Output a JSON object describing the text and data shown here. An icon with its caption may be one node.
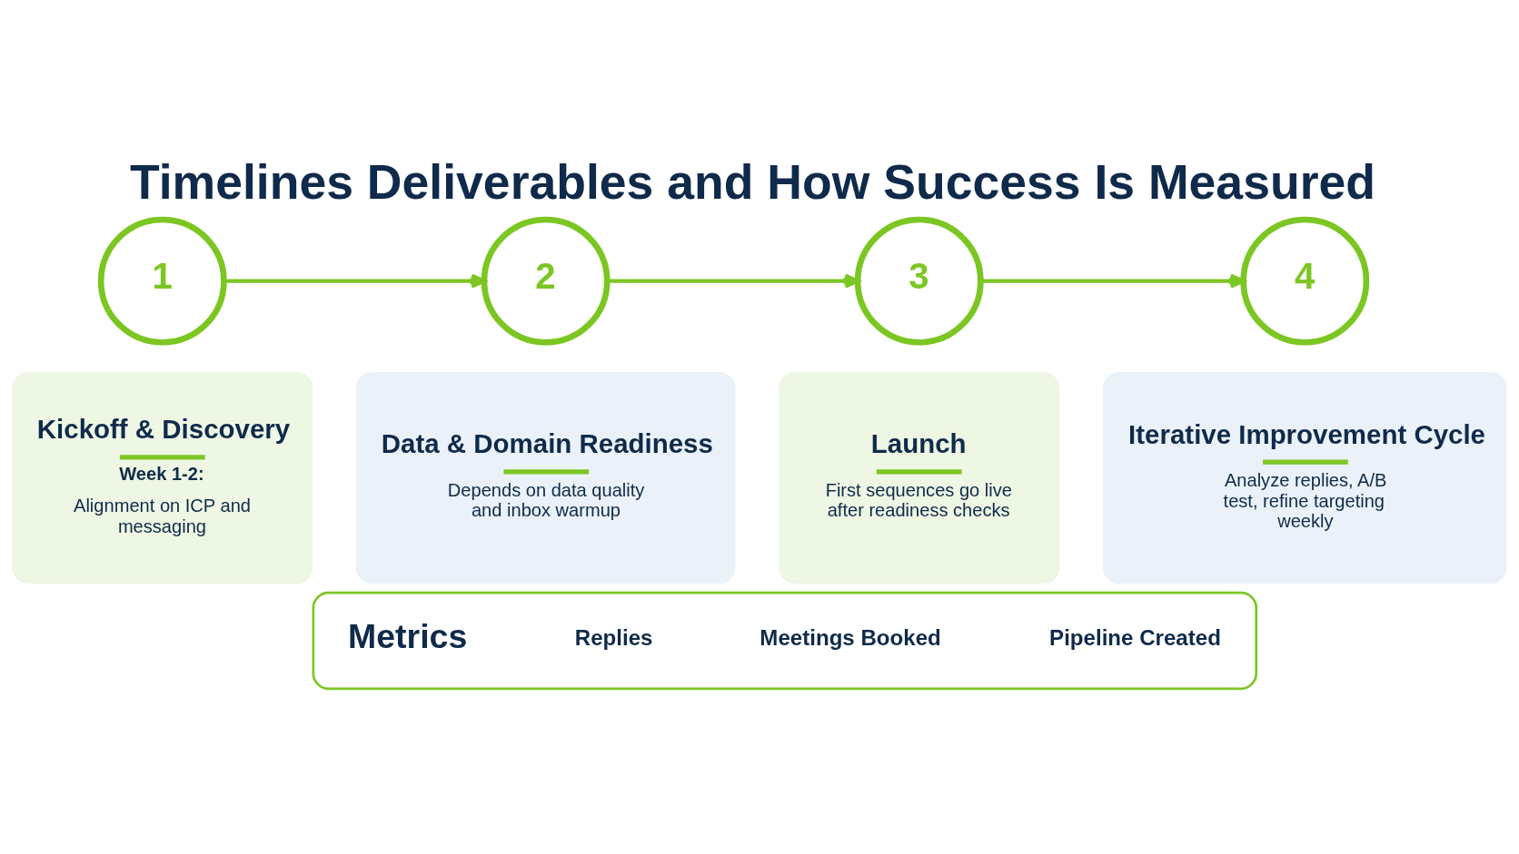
{
  "diagram": {
    "title": "Timelines Deliverables and How Success Is Measured",
    "nodes": [
      {
        "text": [
          "1"
        ]
      },
      {
        "text": [
          "Kickoff & Discovery",
          "Week 1-2:",
          "Alignment on ICP and messaging"
        ]
      },
      {
        "text": [
          "2"
        ]
      },
      {
        "text": [
          "Data & Domain Readiness",
          "Depends on data quality and inbox warmup"
        ]
      },
      {
        "text": [
          "3"
        ]
      },
      {
        "text": [
          "Launch",
          "First sequences go live after readiness checks"
        ]
      },
      {
        "text": [
          "4"
        ]
      },
      {
        "text": [
          "Iterative Improvement Cycle",
          "Analyze replies, A/B test, refine targeting weekly"
        ]
      },
      {
        "text": [],
        "shape": "box"
      },
      {
        "text": [
          "Metrics"
        ],
        "in": 8
      },
      {
        "text": [
          "Replies"
        ],
        "in": 8
      },
      {
        "text": [
          "Meetings Booked"
        ],
        "in": 8
      },
      {
        "text": [
          "Pipeline Created"
        ],
        "in": 8
      }
    ],
    "edges": [
      {
        "from": 0,
        "to": 2,
        "arrow": "to"
      },
      {
        "from": 2,
        "to": 4,
        "arrow": "to"
      },
      {
        "from": 4,
        "to": 6,
        "arrow": "to"
      }
    ]
  }
}
